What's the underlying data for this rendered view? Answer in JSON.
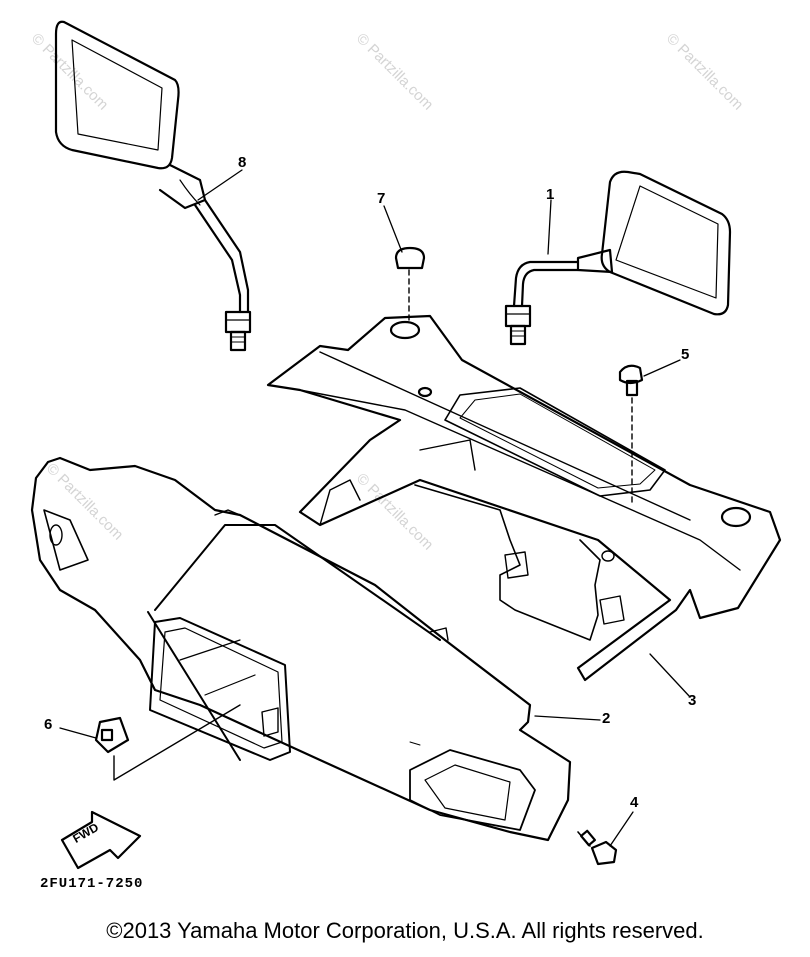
{
  "labels": {
    "p1": "1",
    "p2": "2",
    "p3": "3",
    "p4": "4",
    "p5": "5",
    "p6": "6",
    "p7": "7",
    "p8": "8"
  },
  "diagram_code": "2FU171-7250",
  "fwd_text": "FWD",
  "watermark": "© Partzilla.com",
  "copyright": "©2013 Yamaha Motor Corporation, U.S.A. All rights reserved."
}
